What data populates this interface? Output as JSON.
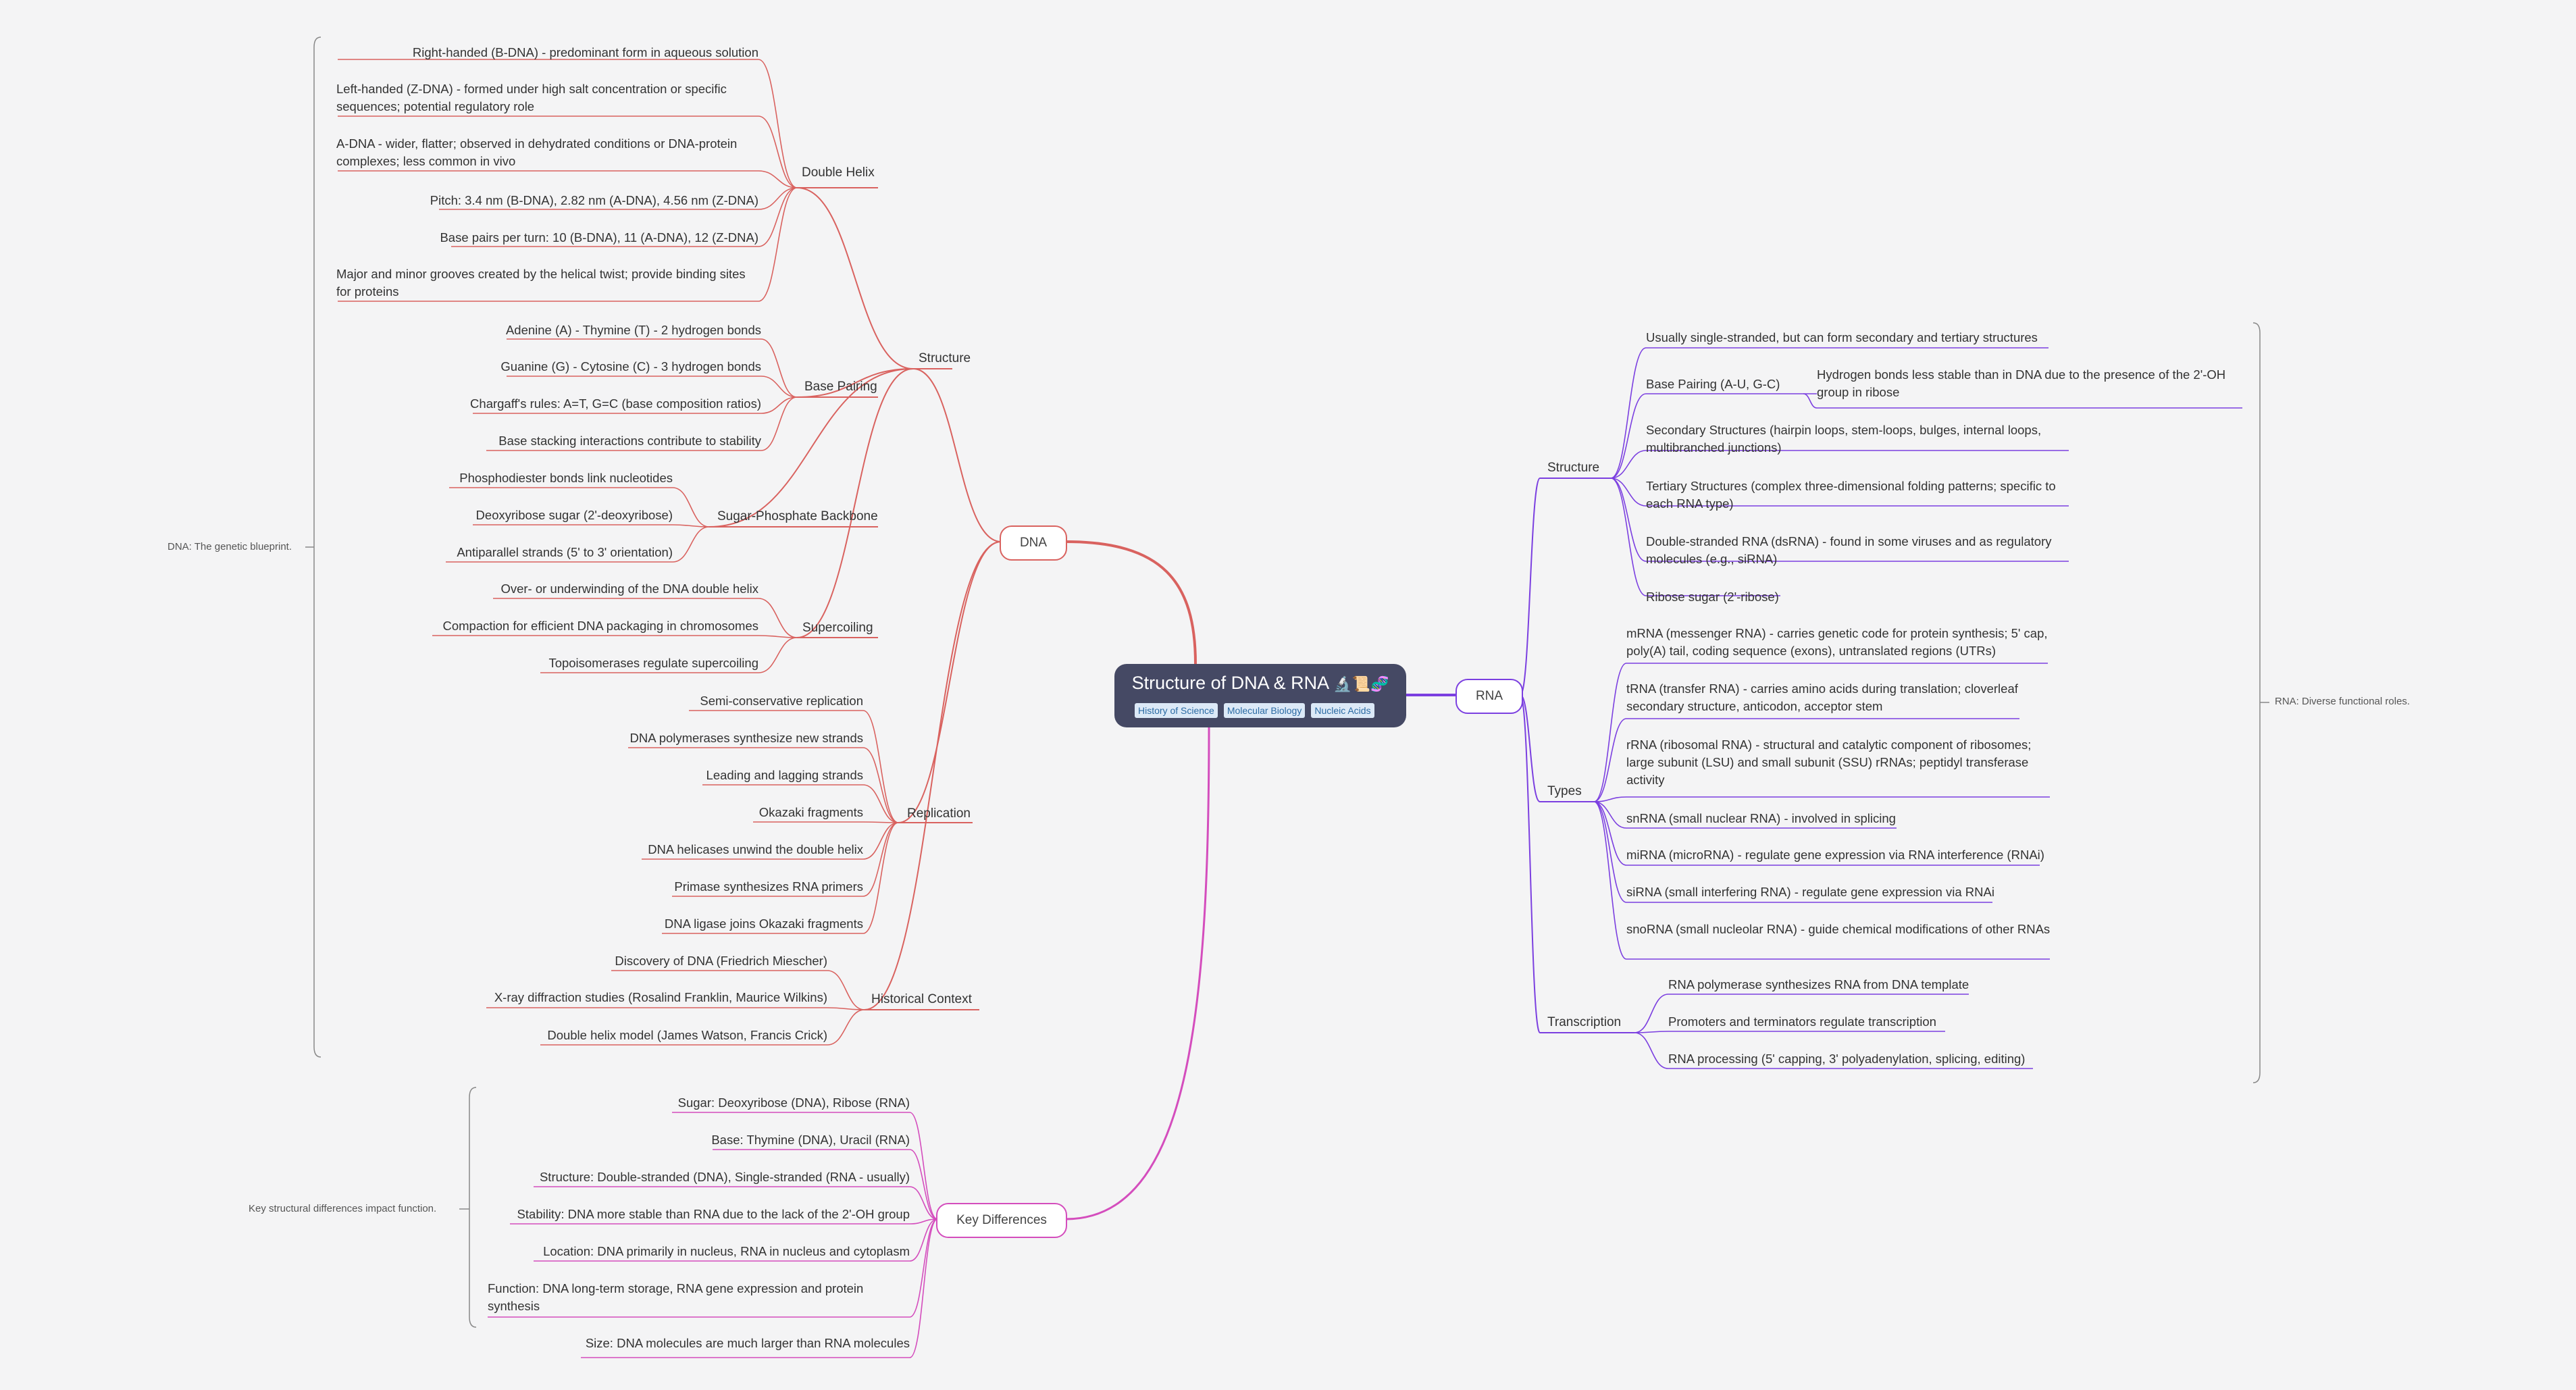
{
  "central": {
    "title": "Structure of DNA & RNA",
    "emoji": "🔬📜🧬",
    "tags": [
      "History of Science",
      "Molecular Biology",
      "Nucleic Acids"
    ]
  },
  "colors": {
    "dna": "#d9625f",
    "rna": "#7b3fe0",
    "diff": "#d44dbd",
    "central": "#454964"
  },
  "dna": {
    "label": "DNA",
    "note": "DNA: The genetic blueprint.",
    "structure": {
      "label": "Structure",
      "double_helix": {
        "label": "Double Helix",
        "items": [
          "Right-handed (B-DNA) - predominant form in aqueous solution",
          "Left-handed (Z-DNA) - formed under high salt concentration or specific sequences; potential regulatory role",
          "A-DNA - wider, flatter; observed in dehydrated conditions or DNA-protein complexes; less common in vivo",
          "Pitch: 3.4 nm (B-DNA), 2.82 nm (A-DNA), 4.56 nm (Z-DNA)",
          "Base pairs per turn: 10 (B-DNA), 11 (A-DNA), 12 (Z-DNA)",
          "Major and minor grooves created by the helical twist; provide binding sites for proteins"
        ]
      },
      "base_pairing": {
        "label": "Base Pairing",
        "items": [
          "Adenine (A) - Thymine (T) - 2 hydrogen bonds",
          "Guanine (G) - Cytosine (C) - 3 hydrogen bonds",
          "Chargaff's rules: A=T, G=C (base composition ratios)",
          "Base stacking interactions contribute to stability"
        ]
      },
      "backbone": {
        "label": "Sugar-Phosphate Backbone",
        "items": [
          "Phosphodiester bonds link nucleotides",
          "Deoxyribose sugar (2'-deoxyribose)",
          "Antiparallel strands (5' to 3' orientation)"
        ]
      },
      "supercoiling": {
        "label": "Supercoiling",
        "items": [
          "Over- or underwinding of the DNA double helix",
          "Compaction for efficient DNA packaging in chromosomes",
          "Topoisomerases regulate supercoiling"
        ]
      }
    },
    "replication": {
      "label": "Replication",
      "items": [
        "Semi-conservative replication",
        "DNA polymerases synthesize new strands",
        "Leading and lagging strands",
        "Okazaki fragments",
        "DNA helicases unwind the double helix",
        "Primase synthesizes RNA primers",
        "DNA ligase joins Okazaki fragments"
      ]
    },
    "history": {
      "label": "Historical Context",
      "items": [
        "Discovery of DNA (Friedrich Miescher)",
        "X-ray diffraction studies (Rosalind Franklin, Maurice Wilkins)",
        "Double helix model (James Watson, Francis Crick)"
      ]
    }
  },
  "rna": {
    "label": "RNA",
    "note": "RNA: Diverse functional roles.",
    "structure": {
      "label": "Structure",
      "items": [
        "Usually single-stranded, but can form secondary and tertiary structures",
        "Base Pairing (A-U, G-C)",
        "Secondary Structures (hairpin loops, stem-loops, bulges, internal loops, multibranched junctions)",
        "Tertiary Structures (complex three-dimensional folding patterns; specific to each RNA type)",
        "Double-stranded RNA (dsRNA) - found in some viruses and as regulatory molecules (e.g., siRNA)",
        "Ribose sugar (2'-ribose)"
      ],
      "base_pairing_child": "Hydrogen bonds less stable than in DNA due to the presence of the 2'-OH group in ribose"
    },
    "types": {
      "label": "Types",
      "items": [
        "mRNA (messenger RNA) - carries genetic code for protein synthesis; 5' cap, poly(A) tail, coding sequence (exons), untranslated regions (UTRs)",
        "tRNA (transfer RNA) - carries amino acids during translation; cloverleaf secondary structure, anticodon, acceptor stem",
        "rRNA (ribosomal RNA) - structural and catalytic component of ribosomes; large subunit (LSU) and small subunit (SSU) rRNAs; peptidyl transferase activity",
        "snRNA (small nuclear RNA) - involved in splicing",
        "miRNA (microRNA) - regulate gene expression via RNA interference (RNAi)",
        "siRNA (small interfering RNA) - regulate gene expression via RNAi",
        "snoRNA (small nucleolar RNA) - guide chemical modifications of other RNAs"
      ]
    },
    "transcription": {
      "label": "Transcription",
      "items": [
        "RNA polymerase synthesizes RNA from DNA template",
        "Promoters and terminators regulate transcription",
        "RNA processing (5' capping, 3' polyadenylation, splicing, editing)"
      ]
    }
  },
  "diff": {
    "label": "Key Differences",
    "note": "Key structural differences impact function.",
    "items": [
      "Sugar: Deoxyribose (DNA), Ribose (RNA)",
      "Base: Thymine (DNA), Uracil (RNA)",
      "Structure: Double-stranded (DNA), Single-stranded (RNA - usually)",
      "Stability: DNA more stable than RNA due to the lack of the 2'-OH group",
      "Location: DNA primarily in nucleus, RNA in nucleus and cytoplasm",
      "Function: DNA long-term storage, RNA gene expression and protein synthesis",
      "Size: DNA molecules are much larger than RNA molecules"
    ]
  }
}
